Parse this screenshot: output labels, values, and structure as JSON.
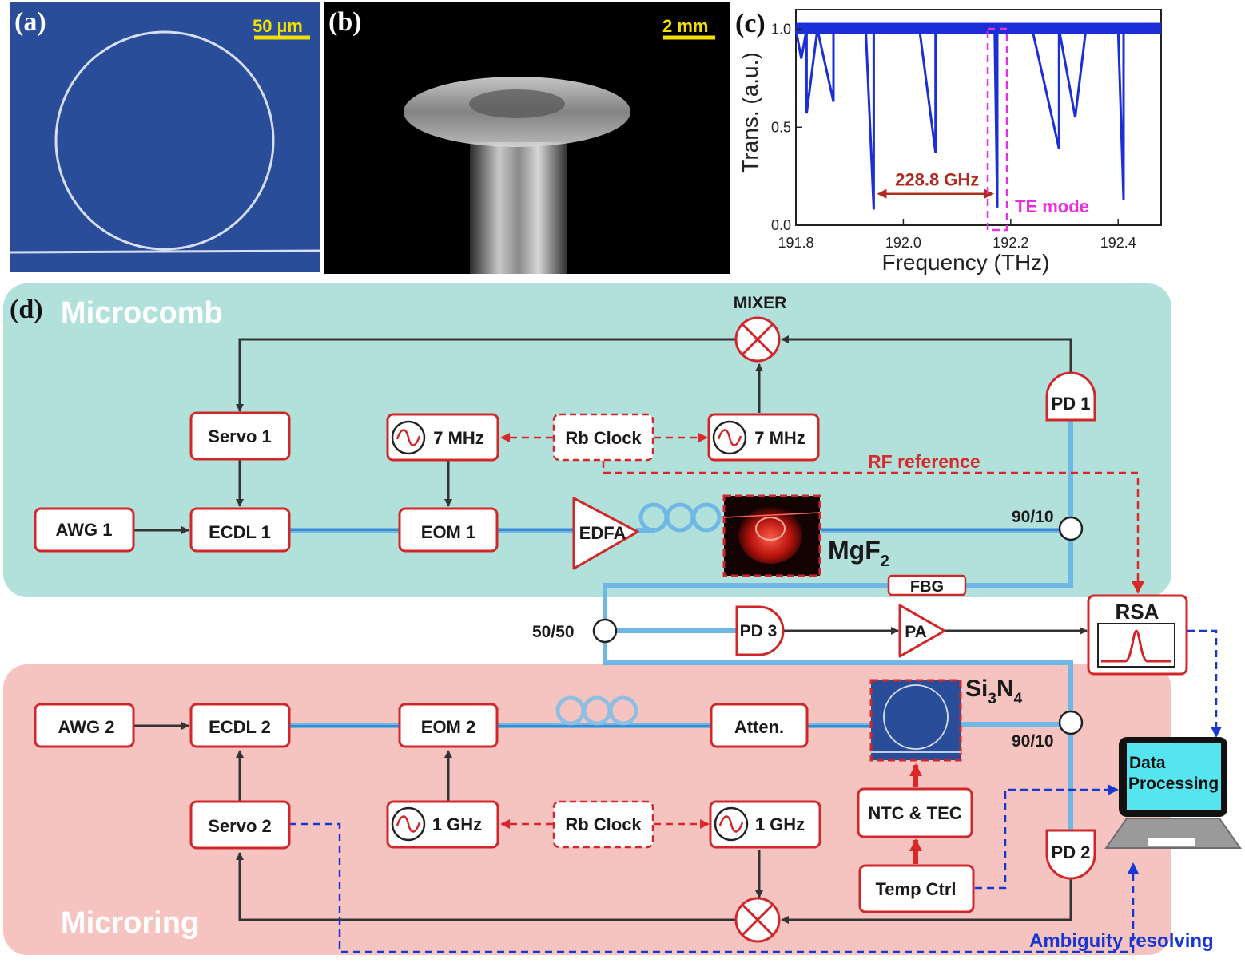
{
  "panel_labels": {
    "a": "(a)",
    "b": "(b)",
    "c": "(c)",
    "d": "(d)"
  },
  "panel_a": {
    "scale_bar": "50 µm"
  },
  "panel_b": {
    "scale_bar": "2 mm"
  },
  "chart_data": {
    "type": "line",
    "xlabel": "Frequency (THz)",
    "ylabel": "Trans. (a.u.)",
    "xlim": [
      191.8,
      192.48
    ],
    "ylim": [
      0.0,
      1.1
    ],
    "x_ticks": [
      "191.8",
      "192.0",
      "192.2",
      "192.4"
    ],
    "y_ticks": [
      "0.0",
      "0.5",
      "1.0"
    ],
    "series": [
      {
        "x": [
          191.8,
          191.81,
          191.82,
          191.82,
          191.84,
          191.87,
          191.87,
          191.9,
          191.93,
          191.945,
          191.945,
          191.96,
          192.0,
          192.03,
          192.06,
          192.06,
          192.1,
          192.13,
          192.17,
          192.175,
          192.175,
          192.2,
          192.24,
          192.29,
          192.29,
          192.32,
          192.34,
          192.36,
          192.4,
          192.41,
          192.41,
          192.44,
          192.48
        ],
        "y": [
          1.0,
          0.85,
          1.0,
          0.57,
          1.0,
          0.63,
          1.0,
          1.0,
          1.0,
          0.08,
          1.0,
          1.0,
          1.0,
          1.0,
          0.37,
          1.0,
          1.0,
          1.0,
          1.0,
          0.09,
          1.0,
          1.0,
          1.0,
          0.39,
          1.0,
          0.55,
          1.0,
          1.0,
          1.0,
          0.13,
          1.0,
          1.0,
          1.0
        ]
      }
    ],
    "annotations": [
      {
        "text": "228.8 GHz",
        "x_from": 191.945,
        "x_to": 192.175,
        "y": 0.16
      },
      {
        "text": "TE mode",
        "x": 192.175
      }
    ],
    "colors": {
      "trace": "#1c2fd6",
      "arrow": "#b02a1f",
      "highlight": "#e52fe0"
    }
  },
  "diagram": {
    "microcomb_title": "Microcomb",
    "microring_title": "Microring",
    "mixer": "MIXER",
    "servo1": "Servo 1",
    "servo2": "Servo 2",
    "osc_top_left": "7 MHz",
    "osc_top_right": "7 MHz",
    "rb_clock_top": "Rb Clock",
    "rb_clock_bottom": "Rb Clock",
    "rf_reference": "RF reference",
    "pd1": "PD 1",
    "pd2": "PD 2",
    "pd3": "PD 3",
    "awg1": "AWG 1",
    "awg2": "AWG 2",
    "ecdl1": "ECDL 1",
    "ecdl2": "ECDL 2",
    "eom1": "EOM 1",
    "eom2": "EOM 2",
    "edfa": "EDFA",
    "mgf2_main": "MgF",
    "mgf2_sub": "2",
    "si3n4_a": "Si",
    "si3n4_b": "3",
    "si3n4_c": "N",
    "si3n4_d": "4",
    "splitter_top": "90/10",
    "splitter_bottom": "90/10",
    "splitter_mid": "50/50",
    "fbg": "FBG",
    "pa": "PA",
    "rsa": "RSA",
    "atten": "Atten.",
    "osc_bottom_left": "1 GHz",
    "osc_bottom_right": "1 GHz",
    "ntc_tec": "NTC & TEC",
    "temp_ctrl": "Temp Ctrl",
    "data_processing_1": "Data",
    "data_processing_2": "Processing",
    "ambiguity": "Ambiguity resolving",
    "colors": {
      "microcomb_bg": "#b2e1dc",
      "microring_bg": "#f6c4c0",
      "fiber": "#6fb7e6",
      "block_border": "#d0282a",
      "dashed_red": "#d9282a",
      "dashed_blue": "#1836d1"
    }
  }
}
